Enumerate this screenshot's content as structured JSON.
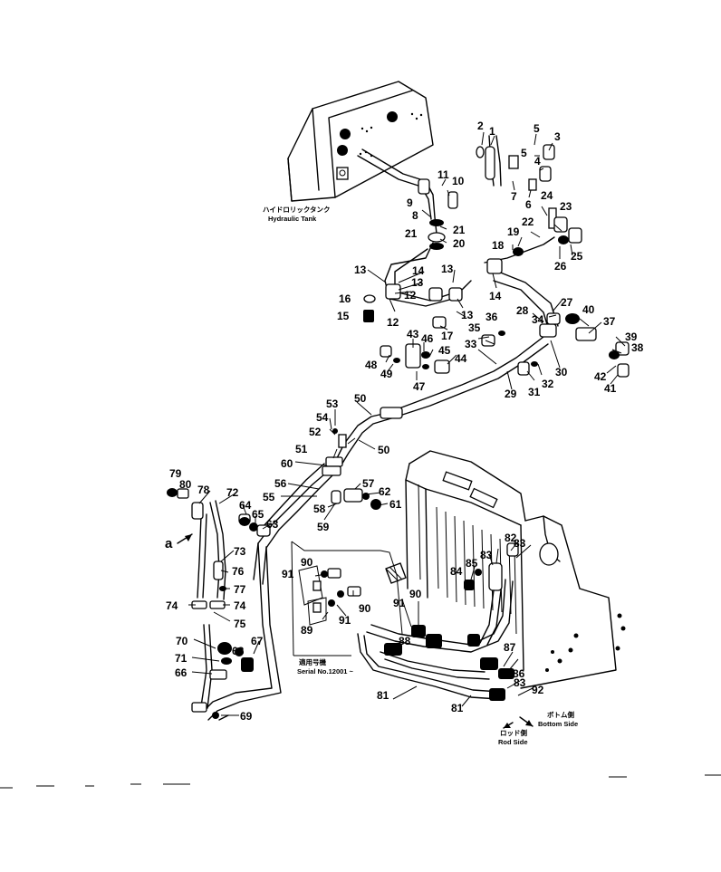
{
  "callouts": [
    "1",
    "2",
    "3",
    "4",
    "5",
    "5",
    "6",
    "7",
    "8",
    "9",
    "10",
    "11",
    "12",
    "12",
    "13",
    "13",
    "13",
    "13",
    "14",
    "14",
    "15",
    "16",
    "17",
    "18",
    "19",
    "20",
    "21",
    "21",
    "22",
    "23",
    "24",
    "25",
    "26",
    "27",
    "28",
    "29",
    "30",
    "31",
    "32",
    "33",
    "34",
    "35",
    "36",
    "37",
    "38",
    "39",
    "40",
    "41",
    "42",
    "43",
    "44",
    "45",
    "46",
    "47",
    "48",
    "49",
    "50",
    "50",
    "51",
    "52",
    "53",
    "54",
    "55",
    "56",
    "57",
    "58",
    "59",
    "60",
    "61",
    "62",
    "63",
    "64",
    "65",
    "66",
    "67",
    "68",
    "69",
    "70",
    "71",
    "72",
    "73",
    "74",
    "74",
    "75",
    "76",
    "77",
    "78",
    "79",
    "80",
    "81",
    "81",
    "82",
    "83",
    "83",
    "83",
    "84",
    "85",
    "86",
    "87",
    "88",
    "89",
    "90",
    "90",
    "91",
    "91",
    "92",
    "a"
  ],
  "captions": {
    "hydraulic_tank_jp": "ハイドロリックタンク",
    "hydraulic_tank_en": "Hydraulic Tank",
    "serial_jp": "適用号機",
    "serial_en": "Serial No.12001 ~",
    "bottom_side_jp": "ボトム側",
    "bottom_side_en": "Bottom Side",
    "rod_side_jp": "ロッド側",
    "rod_side_en": "Rod Side"
  }
}
